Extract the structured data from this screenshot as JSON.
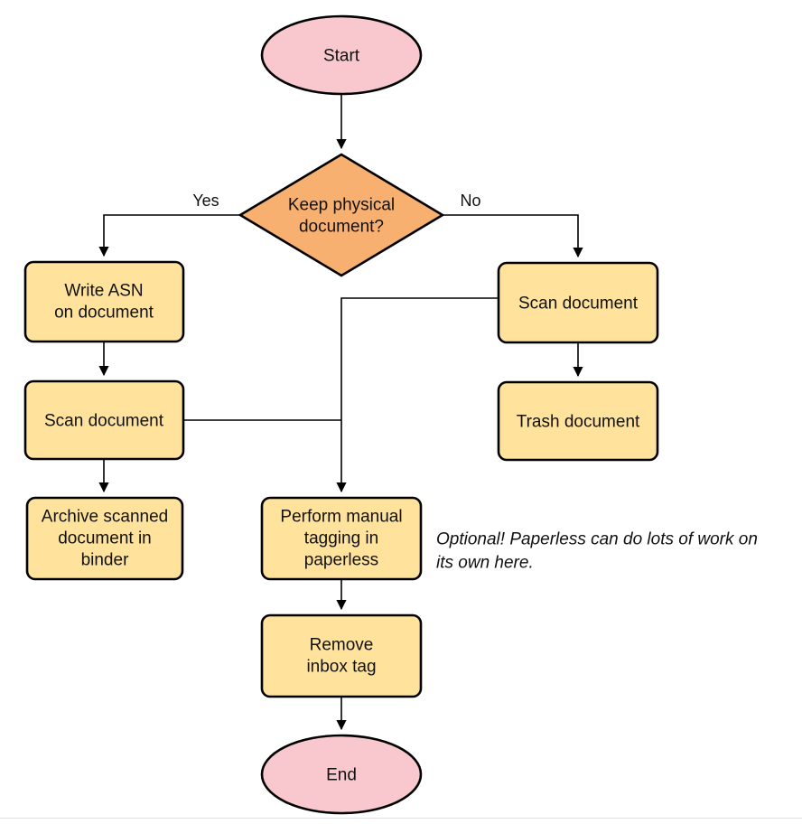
{
  "diagram": {
    "type": "flowchart",
    "colors": {
      "terminal_fill": "#f8c8ce",
      "decision_fill": "#f8b070",
      "process_fill": "#ffe39c",
      "stroke": "#000000"
    },
    "labels": {
      "yes": "Yes",
      "no": "No"
    },
    "nodes": {
      "start": {
        "label": "Start"
      },
      "decision": {
        "line1": "Keep physical",
        "line2": "document?"
      },
      "write_asn": {
        "line1": "Write ASN",
        "line2": "on document"
      },
      "scan_left": {
        "label": "Scan document"
      },
      "archive": {
        "line1": "Archive scanned",
        "line2": "document in",
        "line3": "binder"
      },
      "scan_right": {
        "label": "Scan document"
      },
      "trash": {
        "label": "Trash document"
      },
      "tagging": {
        "line1": "Perform manual",
        "line2": "tagging in",
        "line3": "paperless"
      },
      "remove_inbox": {
        "line1": "Remove",
        "line2": "inbox tag"
      },
      "end": {
        "label": "End"
      }
    },
    "annotation": {
      "line1": "Optional! Paperless can do lots of work on",
      "line2": "its own here."
    }
  }
}
